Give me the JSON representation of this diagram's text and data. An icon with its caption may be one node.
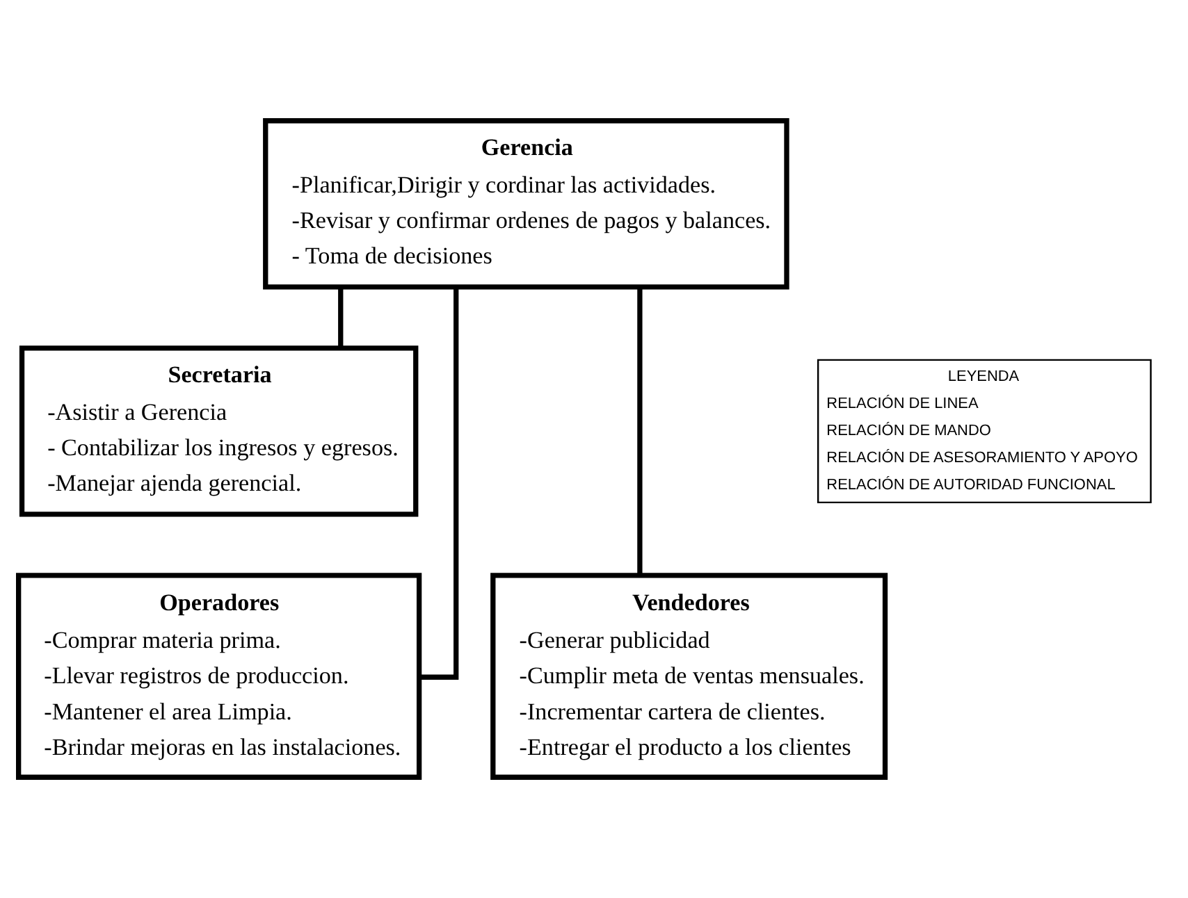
{
  "diagram": {
    "nodes": [
      {
        "text": [
          "Gerencia",
          "-Planificar,Dirigir y cordinar las actividades.",
          "-Revisar y confirmar ordenes de pagos y balances.",
          "- Toma de decisiones"
        ]
      },
      {
        "text": [
          "Secretaria",
          "-Asistir a Gerencia",
          "- Contabilizar los ingresos y egresos.",
          "-Manejar ajenda gerencial."
        ]
      },
      {
        "text": [
          "Operadores",
          "-Comprar materia prima.",
          "-Llevar registros de produccion.",
          "-Mantener el area Limpia.",
          "-Brindar mejoras en las instalaciones."
        ]
      },
      {
        "text": [
          "Vendedores",
          "-Generar publicidad",
          "-Cumplir meta de ventas mensuales.",
          "-Incrementar cartera de clientes.",
          "-Entregar el producto a los clientes"
        ]
      }
    ],
    "edges": [
      {
        "from": 0,
        "to": 1,
        "arrow": "none"
      },
      {
        "from": 0,
        "to": 2,
        "arrow": "none"
      },
      {
        "from": 0,
        "to": 3,
        "arrow": "none"
      }
    ],
    "labels": [
      "LEYENDA"
    ],
    "legend": [
      {
        "text": "RELACIÓN DE LINEA"
      },
      {
        "text": "RELACIÓN DE MANDO"
      },
      {
        "text": "RELACIÓN DE ASESORAMIENTO Y APOYO"
      },
      {
        "text": "RELACIÓN DE AUTORIDAD FUNCIONAL"
      }
    ]
  }
}
